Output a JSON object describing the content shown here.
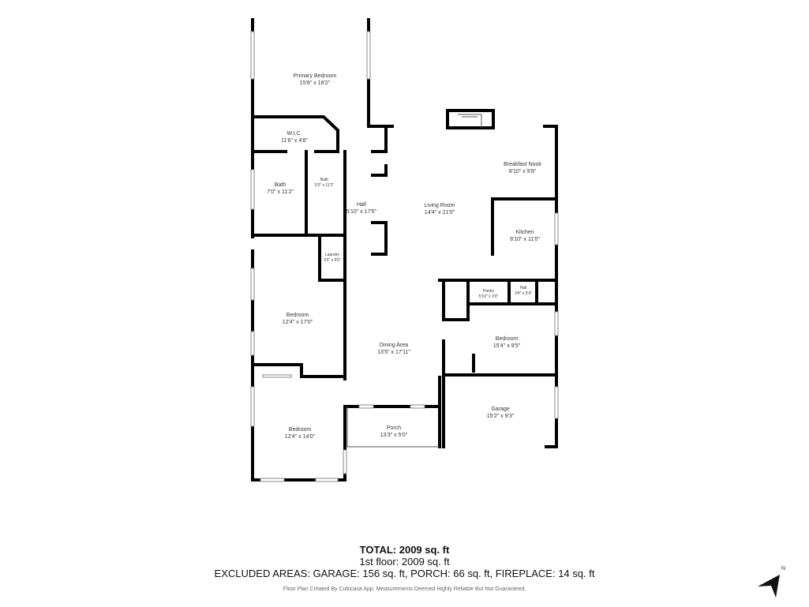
{
  "rooms": {
    "primary_bedroom": {
      "name": "Primary Bedroom",
      "dim": "15'8\" x 18'2\""
    },
    "wic": {
      "name": "W.I.C.",
      "dim": "11'6\" x 4'8\""
    },
    "bath1": {
      "name": "Bath",
      "dim": "7'0\" x 11'2\""
    },
    "bath2": {
      "name": "Bath",
      "dim": "5'0\" x 11'2\""
    },
    "hall1": {
      "name": "Hall",
      "dim": "5'10\" x 17'6\""
    },
    "living": {
      "name": "Living Room",
      "dim": "14'4\" x 21'0\""
    },
    "nook": {
      "name": "Breakfast Nook",
      "dim": "8'10\" x 9'8\""
    },
    "kitchen": {
      "name": "Kitchen",
      "dim": "8'10\" x 11'0\""
    },
    "laundry": {
      "name": "Laundry",
      "dim": "3'2\" x 6'0\""
    },
    "pantry": {
      "name": "Pantry",
      "dim": "5'10\" x 3'0\""
    },
    "hall2": {
      "name": "Hall",
      "dim": "3'4\" x 3'4\""
    },
    "bedroom1": {
      "name": "Bedroom",
      "dim": "12'4\" x 17'0\""
    },
    "dining": {
      "name": "Dining Area",
      "dim": "13'5\" x 17'11\""
    },
    "bedroom2": {
      "name": "Bedroom",
      "dim": "15'4\" x 9'5\""
    },
    "garage": {
      "name": "Garage",
      "dim": "15'2\" x 9'3\""
    },
    "bedroom3": {
      "name": "Bedroom",
      "dim": "12'4\" x 14'0\""
    },
    "porch": {
      "name": "Porch",
      "dim": "13'3\" x 5'0\""
    }
  },
  "summary": {
    "total": "TOTAL: 2009 sq. ft",
    "floor1": "1st floor: 2009 sq. ft",
    "excluded": "EXCLUDED AREAS: GARAGE: 156 sq. ft, PORCH: 66 sq. ft, FIREPLACE: 14 sq. ft",
    "disclaimer": "Floor Plan Created By Cubicasa App. Measurements Deemed Highly Reliable But Not Guaranteed."
  },
  "compass": {
    "label": "N",
    "icon": "north-arrow-icon"
  }
}
